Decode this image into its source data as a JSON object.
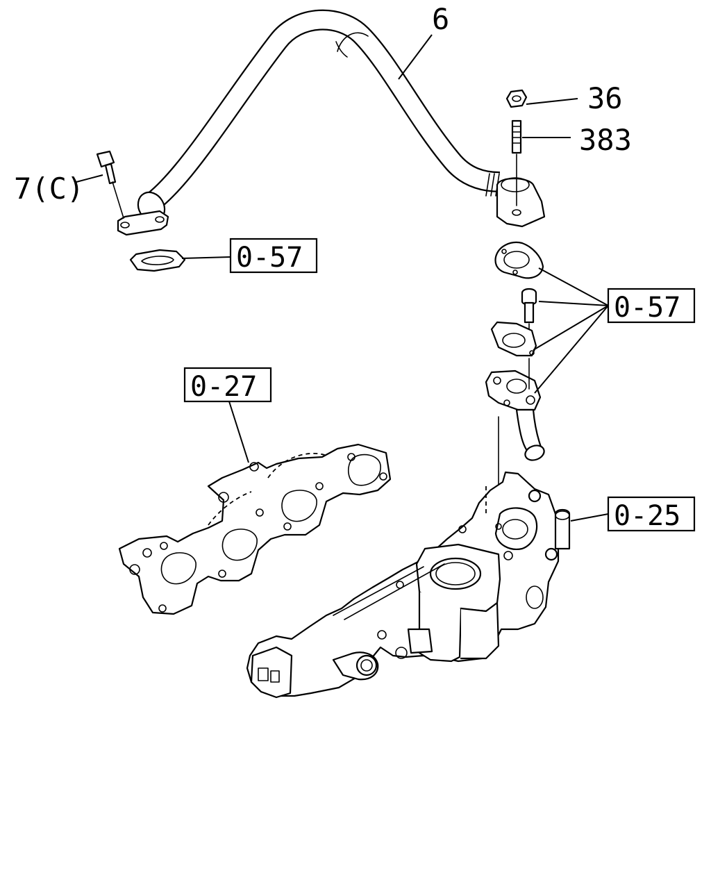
{
  "callouts": {
    "hose": "6",
    "nut": "36",
    "stud": "383",
    "bolt": "7(C)"
  },
  "references": {
    "gasket_left": "0-57",
    "gasket_group_right": "0-57",
    "exhaust_manifold": "0-27",
    "intake_manifold": "0-25"
  }
}
